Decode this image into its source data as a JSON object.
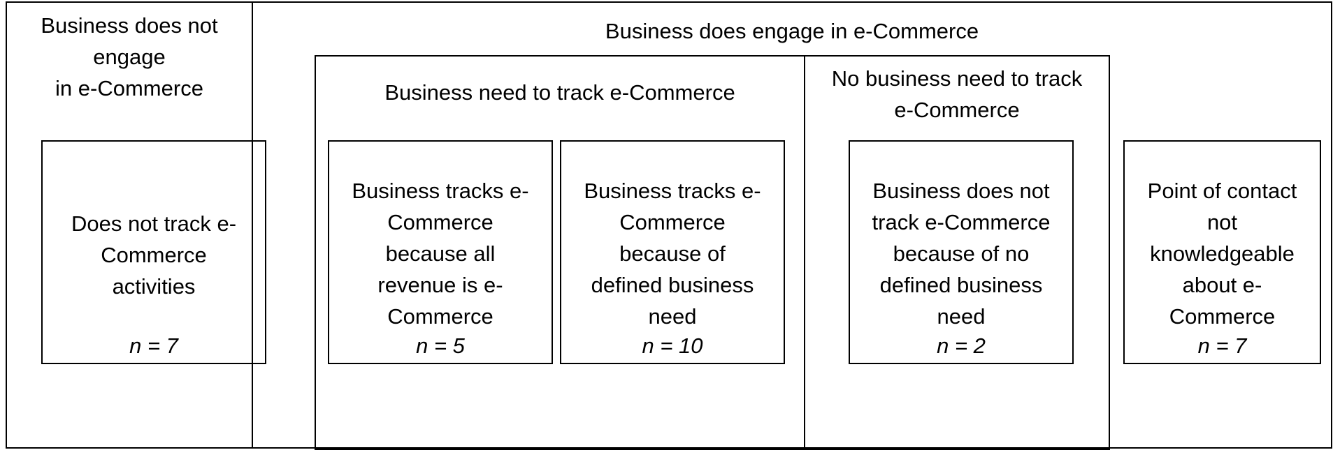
{
  "groups": {
    "not_engage": {
      "title": "Business does not engage\nin e-Commerce"
    },
    "engage": {
      "title": "Business does engage in e-Commerce"
    },
    "need_track": {
      "title": "Business need to track e-Commerce"
    },
    "no_need_track": {
      "title": "No business need to track\ne-Commerce"
    }
  },
  "leaves": {
    "does_not_track": {
      "text": "Does not track e-\nCommerce\nactivities",
      "n": "n = 7"
    },
    "tracks_all_revenue": {
      "text": "Business tracks e-\nCommerce\nbecause all\nrevenue is e-\nCommerce",
      "n": "n = 5"
    },
    "tracks_defined_need": {
      "text": "Business tracks e-\nCommerce\nbecause of\ndefined business\nneed",
      "n": "n = 10"
    },
    "not_track_no_need": {
      "text": "Business does not\ntrack e-Commerce\nbecause of no\ndefined business\nneed",
      "n": "n = 2"
    },
    "not_knowledgeable": {
      "text": "Point of contact\nnot\nknowledgeable\nabout e-\nCommerce",
      "n": "n = 7"
    }
  }
}
